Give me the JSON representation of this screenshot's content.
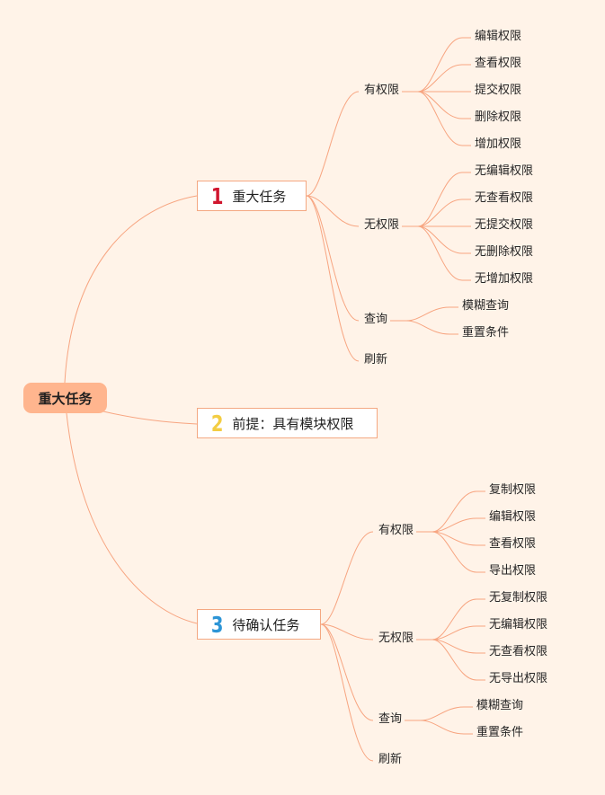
{
  "root": {
    "label": "重大任务"
  },
  "branches": [
    {
      "number": "1",
      "number_color": "#d0162e",
      "label": "重大任务",
      "children": [
        {
          "label": "有权限",
          "children": [
            "编辑权限",
            "查看权限",
            "提交权限",
            "删除权限",
            "增加权限"
          ]
        },
        {
          "label": "无权限",
          "children": [
            "无编辑权限",
            "无查看权限",
            "无提交权限",
            "无删除权限",
            "无增加权限"
          ]
        },
        {
          "label": "查询",
          "children": [
            "模糊查询",
            "重置条件"
          ]
        },
        {
          "label": "刷新",
          "children": []
        }
      ]
    },
    {
      "number": "2",
      "number_color": "#f3cd43",
      "label": "前提：具有模块权限",
      "children": []
    },
    {
      "number": "3",
      "number_color": "#2d95d6",
      "label": "待确认任务",
      "children": [
        {
          "label": "有权限",
          "children": [
            "复制权限",
            "编辑权限",
            "查看权限",
            "导出权限"
          ]
        },
        {
          "label": "无权限",
          "children": [
            "无复制权限",
            "无编辑权限",
            "无查看权限",
            "无导出权限"
          ]
        },
        {
          "label": "查询",
          "children": [
            "模糊查询",
            "重置条件"
          ]
        },
        {
          "label": "刷新",
          "children": []
        }
      ]
    }
  ],
  "colors": {
    "background": "#fff3e8",
    "connector": "#f7a581",
    "root_fill": "#ffb58e",
    "node_border": "#f4a882"
  }
}
